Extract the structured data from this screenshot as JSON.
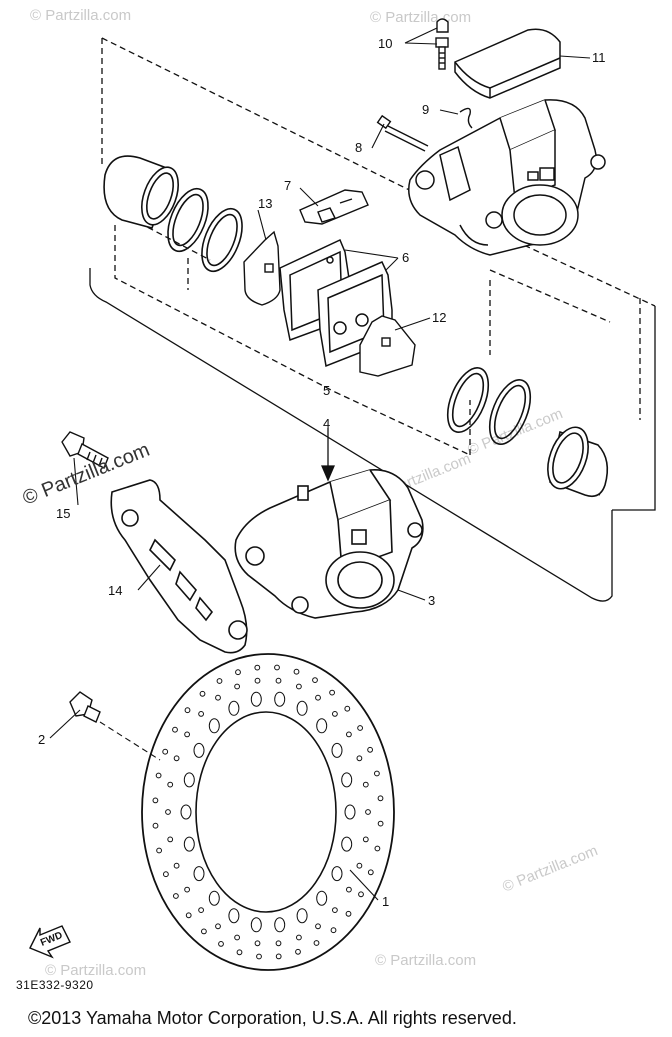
{
  "diagram": {
    "callouts": [
      {
        "id": "1",
        "label": "1"
      },
      {
        "id": "2",
        "label": "2"
      },
      {
        "id": "3",
        "label": "3"
      },
      {
        "id": "4",
        "label": "4"
      },
      {
        "id": "5",
        "label": "5"
      },
      {
        "id": "6",
        "label": "6"
      },
      {
        "id": "7",
        "label": "7"
      },
      {
        "id": "8",
        "label": "8"
      },
      {
        "id": "9",
        "label": "9"
      },
      {
        "id": "10",
        "label": "10"
      },
      {
        "id": "11",
        "label": "11"
      },
      {
        "id": "12",
        "label": "12"
      },
      {
        "id": "13",
        "label": "13"
      },
      {
        "id": "14",
        "label": "14"
      },
      {
        "id": "15",
        "label": "15"
      }
    ],
    "fwd_label": "FWD",
    "part_code": "31E332-9320",
    "watermark_main": "© Partzilla.com",
    "watermark_faint": "© Partzilla.com",
    "copyright": "©2013  Yamaha Motor Corporation, U.S.A. All rights reserved."
  }
}
